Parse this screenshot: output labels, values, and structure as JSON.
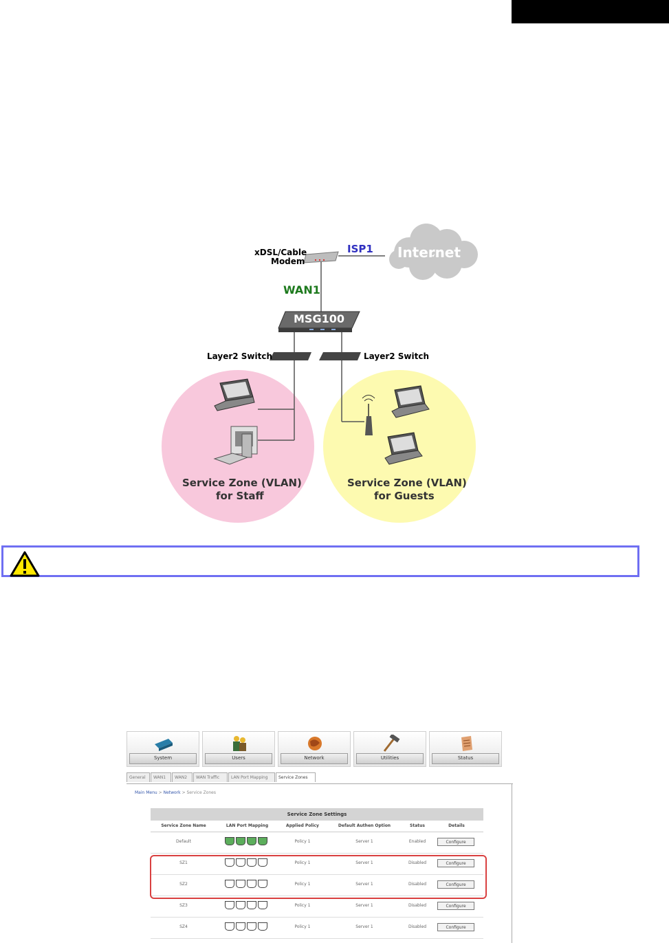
{
  "diagram": {
    "modem_line1": "xDSL/Cable",
    "modem_line2": "Modem",
    "isp": "ISP1",
    "internet": "Internet",
    "wan": "WAN1",
    "device": "MSG100",
    "switch_left": "Layer2 Switch",
    "switch_right": "Layer2 Switch",
    "zone_staff_line1": "Service Zone (VLAN)",
    "zone_staff_line2": "for Staff",
    "zone_guest_line1": "Service Zone (VLAN)",
    "zone_guest_line2": "for Guests",
    "colors": {
      "staff_zone": "#f8c8dc",
      "guest_zone": "#fdfab0",
      "cloud": "#c9c9c9",
      "isp": "#3030c0",
      "wan": "#1e7a1e"
    }
  },
  "warning": {
    "icon": "warning-triangle-icon",
    "border_color": "#6f6ff2"
  },
  "screenshot": {
    "nav": [
      {
        "label": "System",
        "icon": "system-device-icon"
      },
      {
        "label": "Users",
        "icon": "users-icon"
      },
      {
        "label": "Network",
        "icon": "network-globe-icon"
      },
      {
        "label": "Utilities",
        "icon": "hammer-icon"
      },
      {
        "label": "Status",
        "icon": "status-clipboard-icon"
      }
    ],
    "tabs": [
      "General",
      "WAN1",
      "WAN2",
      "WAN Traffic",
      "LAN Port Mapping",
      "Service Zones"
    ],
    "breadcrumb": {
      "home": "Main Menu",
      "section": "Network",
      "page": "Service Zones"
    },
    "table": {
      "title": "Service Zone Settings",
      "headers": [
        "Service Zone Name",
        "LAN Port Mapping",
        "Applied Policy",
        "Default Authen Option",
        "Status",
        "Details"
      ],
      "rows": [
        {
          "name": "Default",
          "policy": "Policy 1",
          "server": "Server 1",
          "status": "Enabled",
          "button": "Configure",
          "ports_on": true
        },
        {
          "name": "SZ1",
          "policy": "Policy 1",
          "server": "Server 1",
          "status": "Disabled",
          "button": "Configure",
          "ports_on": false
        },
        {
          "name": "SZ2",
          "policy": "Policy 1",
          "server": "Server 1",
          "status": "Disabled",
          "button": "Configure",
          "ports_on": false
        },
        {
          "name": "SZ3",
          "policy": "Policy 1",
          "server": "Server 1",
          "status": "Disabled",
          "button": "Configure",
          "ports_on": false
        },
        {
          "name": "SZ4",
          "policy": "Policy 1",
          "server": "Server 1",
          "status": "Disabled",
          "button": "Configure",
          "ports_on": false
        }
      ]
    }
  }
}
